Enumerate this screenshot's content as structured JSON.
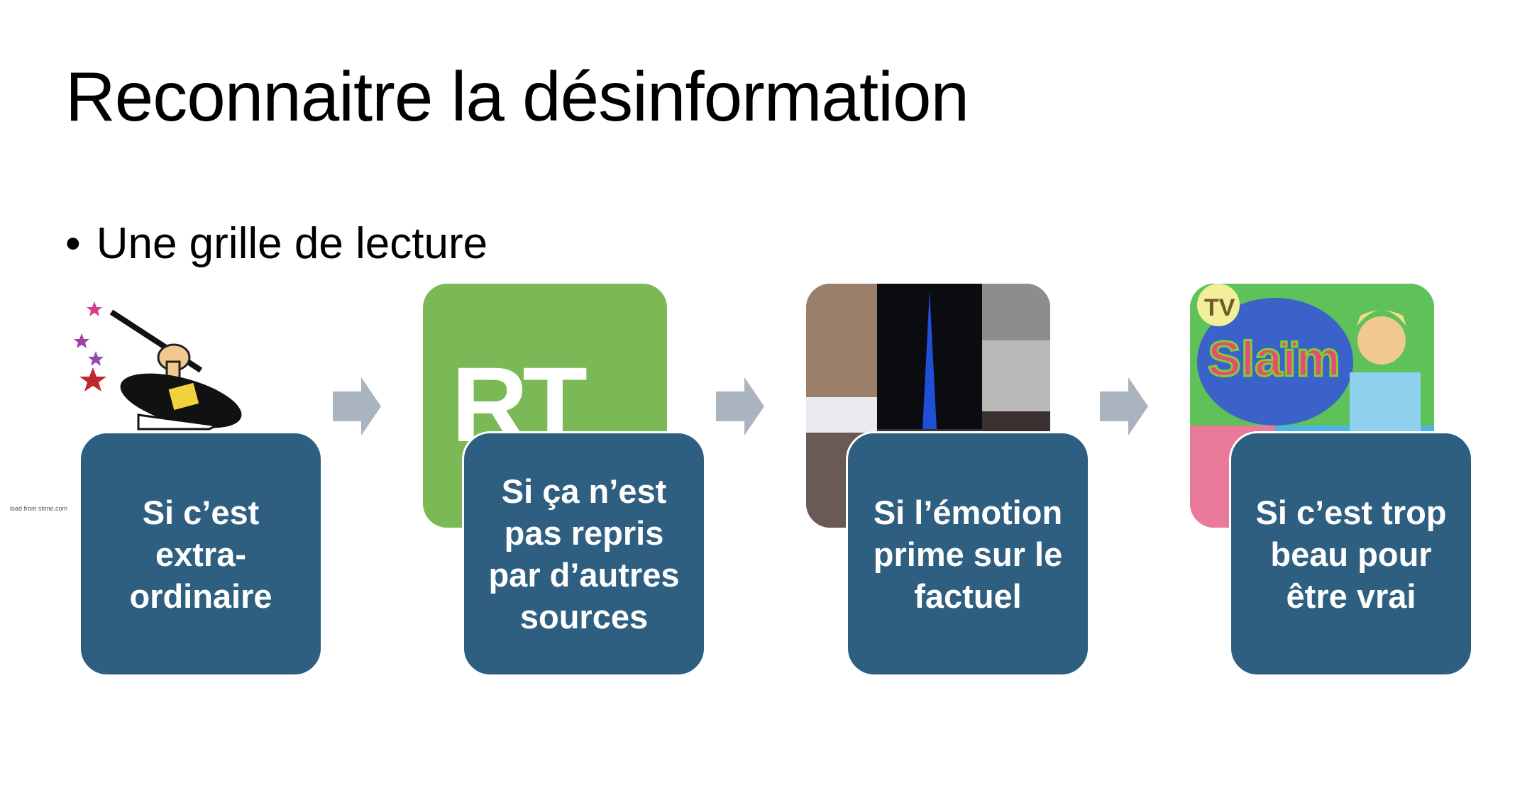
{
  "slide": {
    "title": "Reconnaitre la désinformation",
    "bullet": "Une grille de lecture",
    "steps": [
      {
        "label": "Si c’est extra-ordinaire",
        "image": "magician-hat-wand"
      },
      {
        "label": "Si ça n’est pas repris par d’autres sources",
        "image": "rt-logo",
        "logo_text": "RT"
      },
      {
        "label": "Si l’émotion prime sur le factuel",
        "image": "paris-attacks-collage"
      },
      {
        "label": "Si c’est trop beau pour être vrai",
        "image": "tv-slaim-host",
        "logo_text": "Slaïm"
      }
    ],
    "watermark": "load from stime.com",
    "colors": {
      "box": "#2e5f80",
      "arrow": "#a9b4be",
      "rt_green": "#7ab955"
    }
  }
}
